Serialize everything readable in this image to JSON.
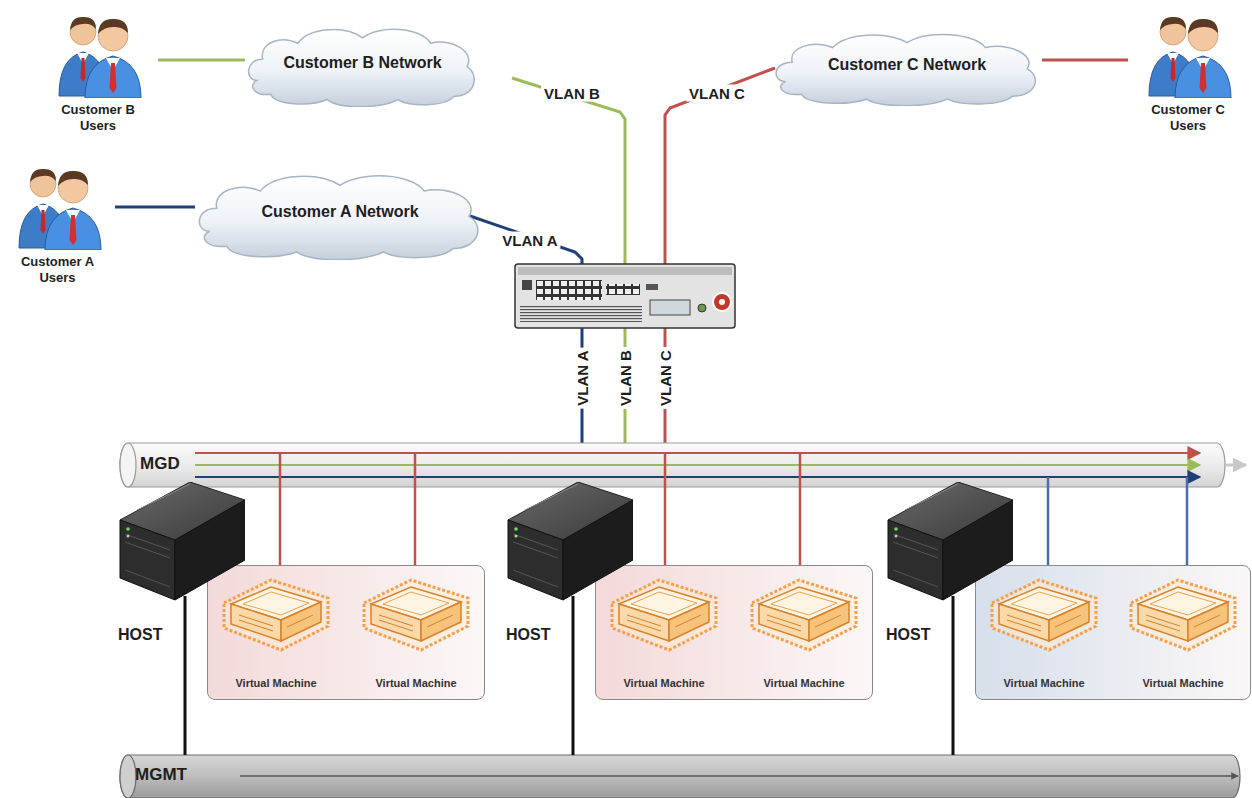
{
  "diagram": {
    "nodes": [
      {
        "text": [
          "Customer B Users"
        ]
      },
      {
        "text": [
          "Customer B Network"
        ]
      },
      {
        "text": [
          "Customer C Network"
        ]
      },
      {
        "text": [
          "Customer C Users"
        ]
      },
      {
        "text": [
          "Customer A Users"
        ]
      },
      {
        "text": [
          "Customer A Network"
        ]
      },
      {
        "text": [
          "MGD"
        ]
      },
      {
        "text": [
          "HOST"
        ]
      },
      {
        "text": [
          "Virtual Machine"
        ],
        "in": 7
      },
      {
        "text": [
          "Virtual Machine"
        ],
        "in": 7
      },
      {
        "text": [
          "HOST"
        ]
      },
      {
        "text": [
          "Virtual Machine"
        ],
        "in": 10
      },
      {
        "text": [
          "Virtual Machine"
        ],
        "in": 10
      },
      {
        "text": [
          "HOST"
        ]
      },
      {
        "text": [
          "Virtual Machine"
        ],
        "in": 13
      },
      {
        "text": [
          "Virtual Machine"
        ],
        "in": 13
      },
      {
        "text": [
          "MGMT"
        ]
      }
    ],
    "edges": [
      {
        "from": 0,
        "to": 1,
        "arrow": "none"
      },
      {
        "from": 3,
        "to": 2,
        "arrow": "none"
      },
      {
        "from": 4,
        "to": 5,
        "arrow": "none"
      },
      {
        "from": 8,
        "to": 6,
        "arrow": "none"
      },
      {
        "from": 9,
        "to": 6,
        "arrow": "none"
      },
      {
        "from": 11,
        "to": 6,
        "arrow": "none"
      },
      {
        "from": 12,
        "to": 6,
        "arrow": "none"
      },
      {
        "from": 14,
        "to": 6,
        "arrow": "none"
      },
      {
        "from": 15,
        "to": 6,
        "arrow": "none"
      },
      {
        "from": 7,
        "to": 16,
        "arrow": "none"
      },
      {
        "from": 10,
        "to": 16,
        "arrow": "none"
      },
      {
        "from": 13,
        "to": 16,
        "arrow": "none"
      }
    ],
    "labels": [
      "VLAN B",
      "VLAN C",
      "VLAN A",
      "VLAN A",
      "VLAN B",
      "VLAN C"
    ]
  }
}
